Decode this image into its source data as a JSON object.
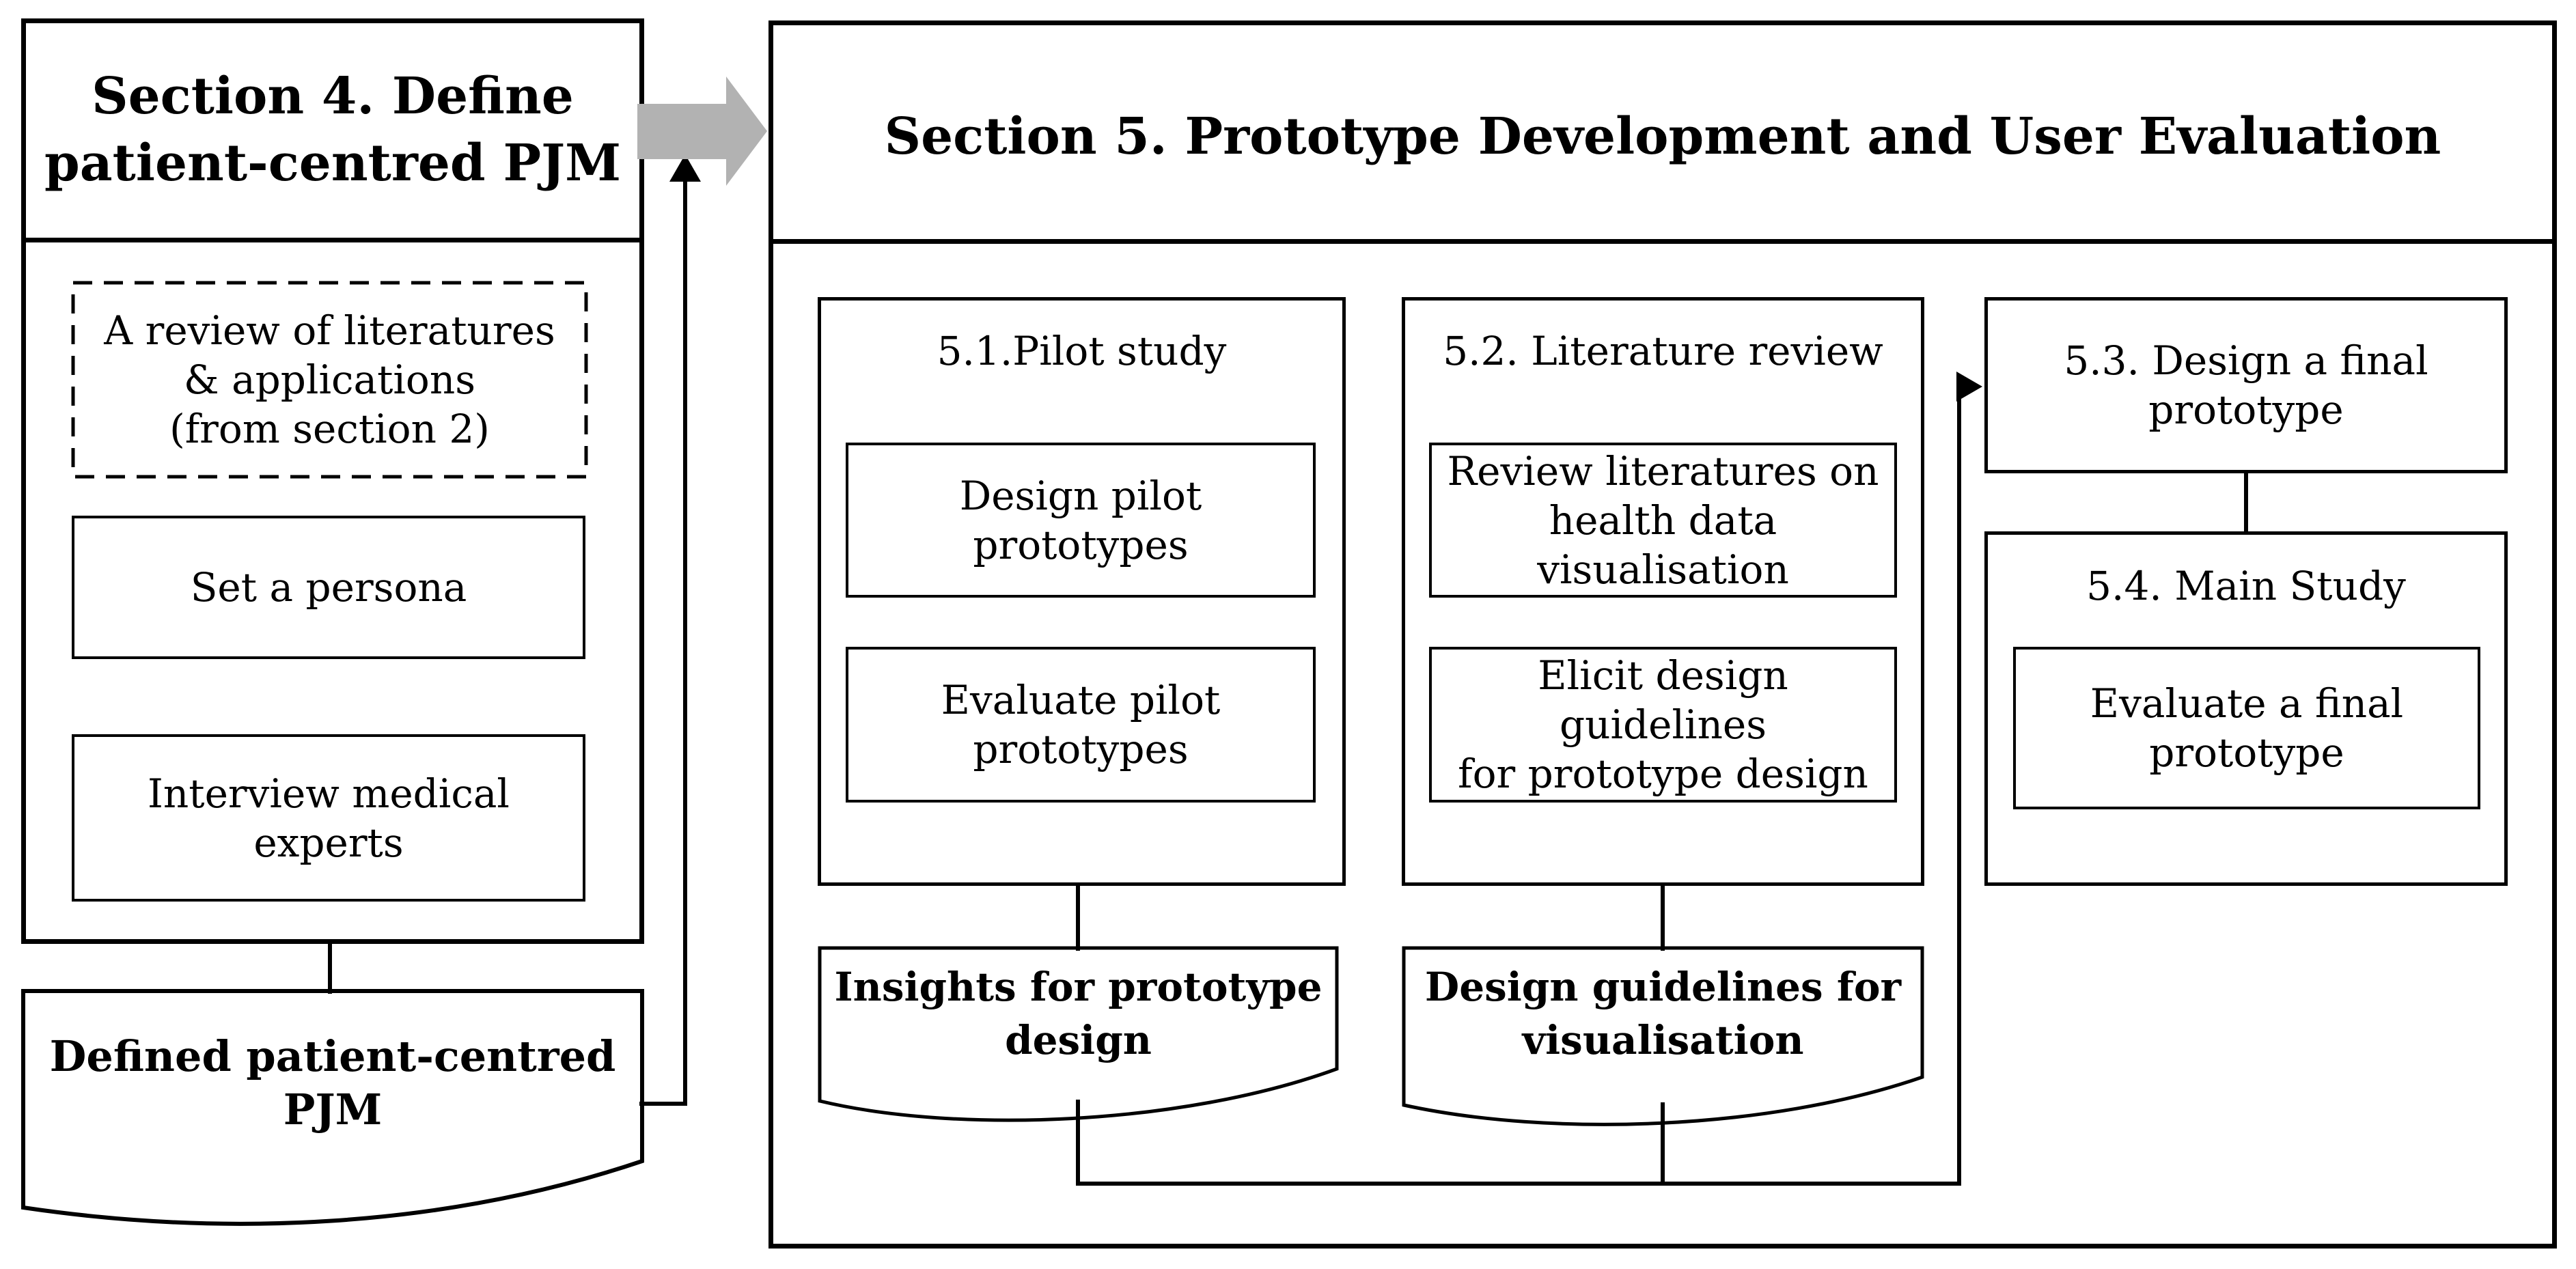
{
  "colors": {
    "line": "#000000",
    "arrow_gray": "#b2b2b2",
    "background": "#ffffff"
  },
  "section4": {
    "title_lines": [
      "Section 4. Define",
      "patient-centred PJM"
    ],
    "review_box_lines": [
      "A review of literatures",
      "& applications",
      "(from section 2)"
    ],
    "persona_box": "Set a persona",
    "interview_box_lines": [
      "Interview medical",
      "experts"
    ],
    "output_doc": "Defined patient-centred PJM"
  },
  "section5": {
    "title": "Section 5. Prototype Development and User Evaluation",
    "pilot_study": {
      "title": "5.1.Pilot study",
      "step1_lines": [
        "Design pilot",
        "prototypes"
      ],
      "step2_lines": [
        "Evaluate pilot",
        "prototypes"
      ],
      "output_doc_lines": [
        "Insights for prototype",
        "design"
      ]
    },
    "literature_review": {
      "title": "5.2. Literature review",
      "step1_lines": [
        "Review literatures on",
        "health data",
        "visualisation"
      ],
      "step2_lines": [
        "Elicit design guidelines",
        "for prototype design"
      ],
      "output_doc_lines": [
        "Design guidelines for",
        "visualisation"
      ]
    },
    "final_prototype": {
      "title_lines": [
        "5.3. Design a final",
        "prototype"
      ]
    },
    "main_study": {
      "title": "5.4. Main Study",
      "step1_lines": [
        "Evaluate a final",
        "prototype"
      ]
    }
  }
}
